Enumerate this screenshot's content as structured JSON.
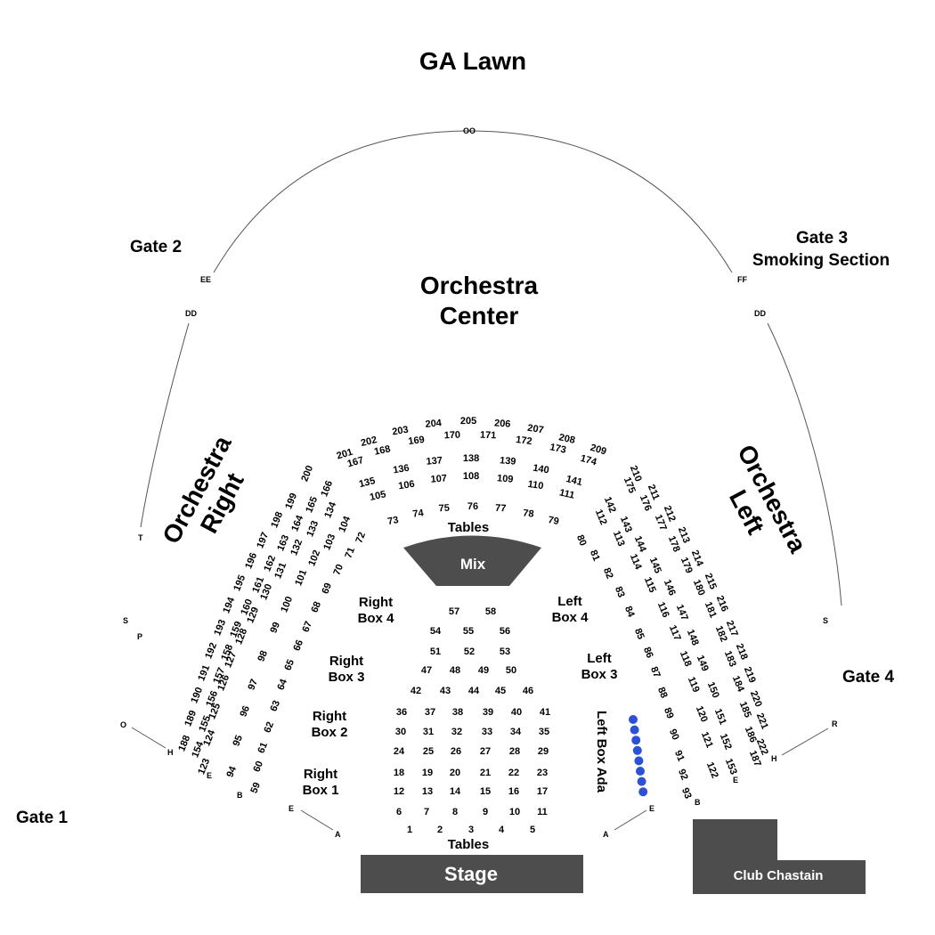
{
  "colors": {
    "block": "#4d4d4d",
    "ada": "#2a52d8",
    "line": "#555555",
    "text": "#000000"
  },
  "labels": {
    "ga_lawn": "GA Lawn",
    "orchestra_center": [
      "Orchestra",
      "Center"
    ],
    "orchestra_right": [
      "Orchestra",
      "Right"
    ],
    "orchestra_left": [
      "Orchestra",
      "Left"
    ],
    "gate1": "Gate 1",
    "gate2": "Gate 2",
    "gate3": [
      "Gate 3",
      "Smoking Section"
    ],
    "gate4": "Gate 4",
    "tables_top": "Tables",
    "tables_bottom": "Tables",
    "mix": "Mix",
    "stage": "Stage",
    "club": "Club Chastain",
    "right_box_1": [
      "Right",
      "Box 1"
    ],
    "right_box_2": [
      "Right",
      "Box 2"
    ],
    "right_box_3": [
      "Right",
      "Box 3"
    ],
    "right_box_4": [
      "Right",
      "Box 4"
    ],
    "left_box_3": [
      "Left",
      "Box 3"
    ],
    "left_box_4": [
      "Left",
      "Box 4"
    ],
    "left_box_ada": "Left Box Ada"
  },
  "rows": {
    "oo": "OO",
    "ee": "EE",
    "dd_left": "DD",
    "dd_right": "DD",
    "ff": "FF",
    "t": "T",
    "s_left": "S",
    "p": "P",
    "o": "O",
    "h_left": "H",
    "e_left": "E",
    "b_left": "B",
    "e_front_left": "E",
    "a_left": "A",
    "s_right": "S",
    "r": "R",
    "h_right": "H",
    "e_right": "E",
    "b_right": "B",
    "e_front_right": "E",
    "a_right": "A"
  },
  "tables": {
    "row1": [
      "1",
      "2",
      "3",
      "4",
      "5"
    ],
    "row2": [
      "6",
      "7",
      "8",
      "9",
      "10",
      "11"
    ],
    "row3": [
      "12",
      "13",
      "14",
      "15",
      "16",
      "17"
    ],
    "row4": [
      "18",
      "19",
      "20",
      "21",
      "22",
      "23"
    ],
    "row5": [
      "24",
      "25",
      "26",
      "27",
      "28",
      "29"
    ],
    "row6": [
      "30",
      "31",
      "32",
      "33",
      "34",
      "35"
    ],
    "row7": [
      "36",
      "37",
      "38",
      "39",
      "40",
      "41"
    ],
    "row8": [
      "42",
      "43",
      "44",
      "45",
      "46"
    ],
    "row9": [
      "47",
      "48",
      "49",
      "50"
    ],
    "row10": [
      "51",
      "52",
      "53"
    ],
    "row11": [
      "54",
      "55",
      "56"
    ],
    "row12": [
      "57",
      "58"
    ]
  },
  "boxes": {
    "right_inner": [
      "59",
      "60",
      "61",
      "62",
      "63",
      "64",
      "65",
      "66",
      "67",
      "68",
      "69",
      "70",
      "71",
      "72"
    ],
    "center_inner": [
      "73",
      "74",
      "75",
      "76",
      "77",
      "78",
      "79"
    ],
    "left_inner": [
      "80",
      "81",
      "82",
      "83",
      "84",
      "85",
      "86",
      "87",
      "88",
      "89",
      "90",
      "91",
      "92",
      "93"
    ],
    "right_r2": [
      "94",
      "95",
      "96",
      "97",
      "98",
      "99",
      "100",
      "101",
      "102",
      "103",
      "104"
    ],
    "center_r2": [
      "105",
      "106",
      "107",
      "108",
      "109",
      "110",
      "111"
    ],
    "left_r2": [
      "112",
      "113",
      "114",
      "115",
      "116",
      "117",
      "118",
      "119",
      "120",
      "121",
      "122"
    ],
    "right_r3": [
      "123",
      "124",
      "125",
      "126",
      "127",
      "128",
      "129",
      "130",
      "131",
      "132",
      "133",
      "134"
    ],
    "center_r3": [
      "135",
      "136",
      "137",
      "138",
      "139",
      "140",
      "141"
    ],
    "left_r3": [
      "142",
      "143",
      "144",
      "145",
      "146",
      "147",
      "148",
      "149",
      "150",
      "151",
      "152",
      "153"
    ],
    "right_r4": [
      "154",
      "155",
      "156",
      "157",
      "158",
      "159",
      "160",
      "161",
      "162",
      "163",
      "164",
      "165",
      "166"
    ],
    "center_r4": [
      "167",
      "168",
      "169",
      "170",
      "171",
      "172",
      "173",
      "174"
    ],
    "left_r4": [
      "175",
      "176",
      "177",
      "178",
      "179",
      "180",
      "181",
      "182",
      "183",
      "184",
      "185",
      "186",
      "187"
    ],
    "right_r5": [
      "188",
      "189",
      "190",
      "191",
      "192",
      "193",
      "194",
      "195",
      "196",
      "197",
      "198",
      "199",
      "200"
    ],
    "center_r5": [
      "201",
      "202",
      "203",
      "204",
      "205",
      "206",
      "207",
      "208",
      "209"
    ],
    "left_r5": [
      "210",
      "211",
      "212",
      "213",
      "214",
      "215",
      "216",
      "217",
      "218",
      "219",
      "220",
      "221",
      "222"
    ]
  },
  "ada_seat_count": 8
}
